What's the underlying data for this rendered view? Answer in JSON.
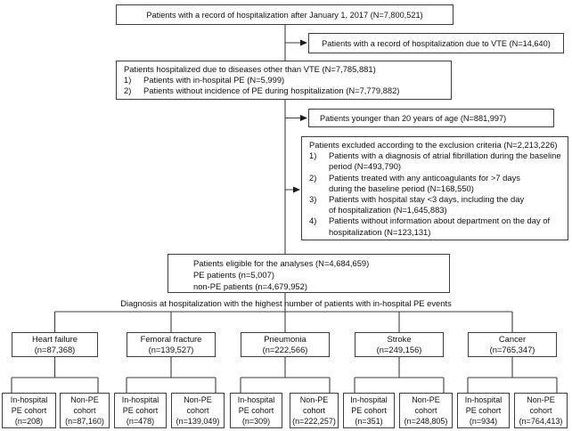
{
  "flow": {
    "top_box": "Patients with a record of hospitalization after January 1, 2017 (N=7,800,521)",
    "vte_box": "Patients with a record of hospitalization due to VTE (N=14,640)",
    "other_box": {
      "title": "Patients hospitalized due to diseases other than VTE (N=7,785,881)",
      "items": [
        {
          "num": "1)",
          "text": "Patients with in-hospital PE (N=5,999)"
        },
        {
          "num": "2)",
          "text": "Patients without incidence of PE during hospitalization (N=7,779,882)"
        }
      ]
    },
    "younger_box": "Patients younger than 20 years of age (N=881,997)",
    "exclusion_box": {
      "title": "Patients excluded according to the exclusion criteria (N=2,213,226)",
      "items": [
        {
          "num": "1)",
          "text": "Patients with a diagnosis of atrial fibrillation during the baseline\nperiod (N=493,790)"
        },
        {
          "num": "2)",
          "text": "Patients treated with any anticoagulants for >7 days\nduring the baseline period (N=168,550)"
        },
        {
          "num": "3)",
          "text": "Patients with hospital stay <3 days, including the day\nof hospitalization (N=1,645,883)"
        },
        {
          "num": "4)",
          "text": "Patients without information about department on the day of\nhospitalization (N=123,131)"
        }
      ]
    },
    "eligible_box": "Patients eligible for the analyses (N=4,684,659)\nPE patients (n=5,007)\nnon-PE patients (n=4,679,952)",
    "branch_label": "Diagnosis at hospitalization with the highest number of patients with in-hospital PE events",
    "categories": [
      {
        "label": "Heart failure\n(n=87,368)"
      },
      {
        "label": "Femoral fracture\n(n=139,527)"
      },
      {
        "label": "Pneumonia\n(n=222,566)"
      },
      {
        "label": "Stroke\n(n=249,156)"
      },
      {
        "label": "Cancer\n(n=765,347)"
      }
    ],
    "cohorts": [
      {
        "label": "In-hospital\nPE cohort\n(n=208)"
      },
      {
        "label": "Non-PE\ncohort\n(n=87,160)"
      },
      {
        "label": "In-hospital\nPE cohort\n(n=478)"
      },
      {
        "label": "Non-PE\ncohort\n(n=139,049)"
      },
      {
        "label": "In-hospital\nPE cohort\n(n=309)"
      },
      {
        "label": "Non-PE\ncohort\n(n=222,257)"
      },
      {
        "label": "In-hospital\nPE cohort\n(n=351)"
      },
      {
        "label": "Non-PE\ncohort\n(n=248,805)"
      },
      {
        "label": "In-hospital\nPE cohort\n(n=934)"
      },
      {
        "label": "Non-PE\ncohort\n(n=764,413)"
      }
    ],
    "line_color": "#3c3c3c"
  }
}
